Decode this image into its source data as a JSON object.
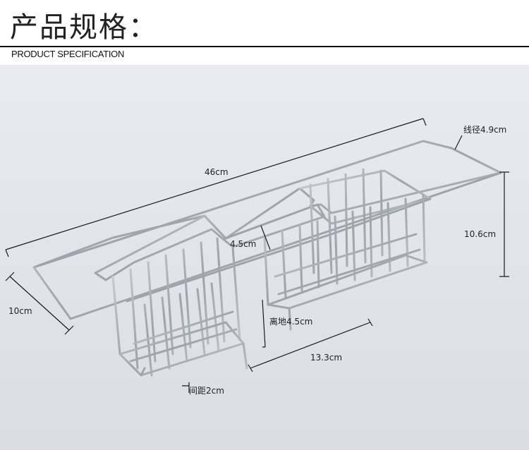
{
  "header": {
    "title": "产品规格：",
    "subtitle": "PRODUCT SPECIFICATION"
  },
  "dimensions": {
    "length": "46cm",
    "wire_diameter": "线径4.9cm",
    "height": "10.6cm",
    "width": "10cm",
    "inner_depth": "4.5cm",
    "ground_clearance": "离地4.5cm",
    "basket_length": "13.3cm",
    "spacing": "间距2cm"
  },
  "colors": {
    "background": "#e6e9ef",
    "wire": "#b8bcc2",
    "dimension_line": "#1a1a1a"
  }
}
